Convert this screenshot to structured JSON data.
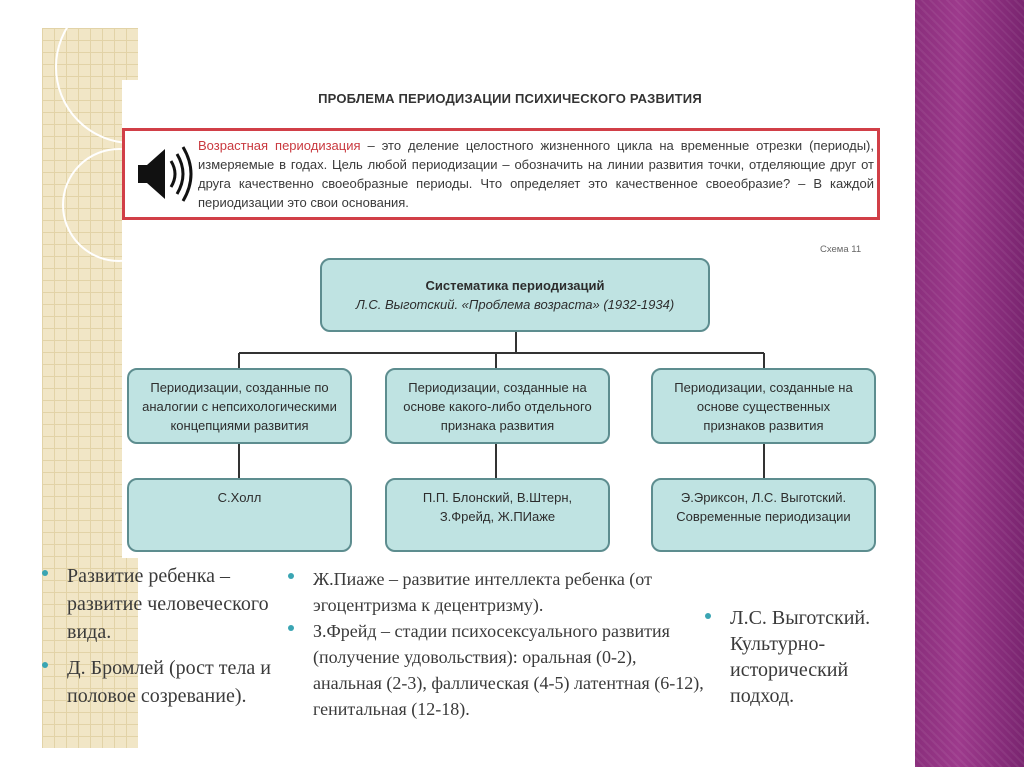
{
  "slide": {
    "title": "ПРОБЛЕМА ПЕРИОДИЗАЦИИ ПСИХИЧЕСКОГО РАЗВИТИЯ",
    "definition_highlight": "Возрастная периодизация",
    "definition_rest": " – это деление целостного жизненного цикла на временные отрезки (периоды), измеряемые в годах. Цель любой периодизации – обозначить на линии развития точки, отделяющие друг от друга качественно своеобразные периоды. Что определяет это качественное своеобразие? – В каждой периодизации это свои основания.",
    "schema_label": "Схема 11"
  },
  "diagram": {
    "root_title": "Систематика периодизаций",
    "root_subtitle": "Л.С. Выготский. «Проблема возраста» (1932-1934)",
    "categories": [
      "Периодизации, созданные по аналогии с непсихологическими концепциями развития",
      "Периодизации, созданные на основе какого-либо отдельного признака развития",
      "Периодизации, созданные на основе существенных признаков развития"
    ],
    "examples": [
      "С.Холл",
      "П.П. Блонский, В.Штерн, З.Фрейд, Ж.ПИаже",
      "Э.Эриксон, Л.С. Выготский. Современные периодизации"
    ]
  },
  "notes": {
    "left": [
      "Развитие ребенка – развитие человеческого вида.",
      "Д. Бромлей (рост тела и половое созревание)."
    ],
    "middle": [
      " Ж.Пиаже – развитие интеллекта ребенка (от эгоцентризма к децентризму).",
      "З.Фрейд – стадии психосексуального развития (получение удовольствия): оральная (0-2), анальная (2-3), фаллическая (4-5) латентная (6-12), генитальная (12-18)."
    ],
    "right": [
      "Л.С. Выготский. Культурно-исторический подход."
    ]
  },
  "colors": {
    "node_fill": "#bfe3e2",
    "node_border": "#5d8d8f",
    "definition_border": "#d13f47",
    "bullet": "#3aa5b3",
    "side_panel": "#8a2f7c"
  }
}
